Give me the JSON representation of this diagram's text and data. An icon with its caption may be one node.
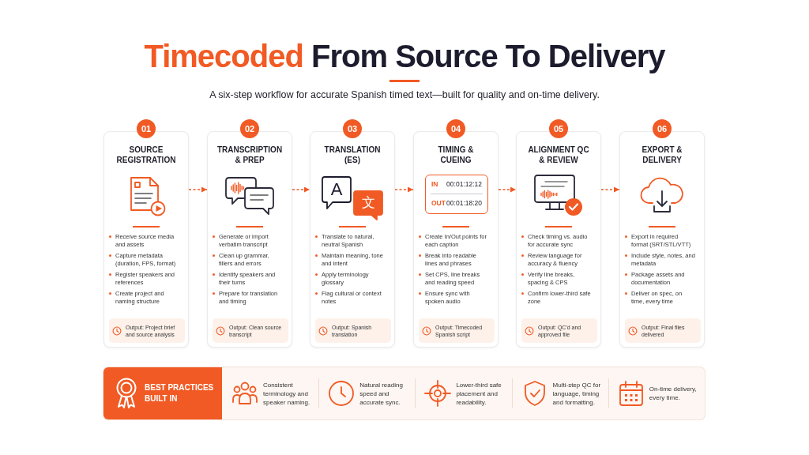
{
  "diagram": {
    "title": "Timecoded From Source To Delivery",
    "nodes": [
      {
        "text": [
          "01"
        ]
      },
      {
        "text": [
          "SOURCE REGISTRATION",
          "Receive source media and assets",
          "Capture metadata (duration, FPS, format)",
          "Register speakers and references",
          "Create project and naming structure"
        ]
      },
      {
        "text": [
          "Output: Project brief and source analysis"
        ],
        "in": 1
      },
      {
        "text": [
          "02"
        ]
      },
      {
        "text": [
          "TRANSCRIPTION & PREP",
          "Generate or import verbatim transcript",
          "Clean up grammar, fillers and errors",
          "Identify speakers and their turns",
          "Prepare for translation and timing"
        ]
      },
      {
        "text": [
          "Output: Clean source transcript"
        ],
        "in": 4
      },
      {
        "text": [
          "03"
        ]
      },
      {
        "text": [
          "TRANSLATION (ES)",
          "Translate to natural, neutral Spanish",
          "Maintain meaning, tone and intent",
          "Apply terminology glossary",
          "Flag cultural or context notes"
        ]
      },
      {
        "text": [
          "A"
        ],
        "in": 7
      },
      {
        "text": [
          "文"
        ],
        "in": 7
      },
      {
        "text": [
          "Output: Spanish translation"
        ],
        "in": 7
      },
      {
        "text": [
          "04"
        ]
      },
      {
        "text": [
          "TIMING & CUEING",
          "Create In/Out points for each caption",
          "Break into readable lines and phrases",
          "Set CPS, line breaks and reading speed",
          "Ensure sync with spoken audio"
        ]
      },
      {
        "text": [
          "IN",
          "00:01:12:12",
          "OUT",
          "00:01:18:20"
        ],
        "in": 12
      },
      {
        "text": [
          "Output: Timecoded Spanish script"
        ],
        "in": 12
      },
      {
        "text": [
          "05"
        ]
      },
      {
        "text": [
          "ALIGNMENT QC & REVIEW",
          "Check timing vs. audio for accurate sync",
          "Review language for accuracy & fluency",
          "Verify line breaks, spacing & CPS",
          "Confirm lower-third safe zone"
        ]
      },
      {
        "text": [
          "Output: QC'd and approved file"
        ],
        "in": 16
      },
      {
        "text": [
          "06"
        ]
      },
      {
        "text": [
          "EXPORT & DELIVERY",
          "Export in required format (SRT/STL/VTT)",
          "Include style, notes, and metadata",
          "Package assets and documentation",
          "Deliver on spec, on time, every time"
        ]
      },
      {
        "text": [
          "Output: Final files delivered"
        ],
        "in": 19
      },
      {
        "text": [
          "Consistent terminology and speaker naming.",
          "Natural reading speed and accurate sync.",
          "Lower-third safe placement and readability.",
          "Multi-step QC for language, timing and formatting.",
          "On-time delivery, every time."
        ]
      },
      {
        "text": [
          "BEST PRACTICES BUILT IN"
        ],
        "in": 21
      }
    ],
    "edges": [
      {
        "from": 1,
        "to": 4,
        "arrow": "to",
        "style": "dashed"
      },
      {
        "from": 4,
        "to": 7,
        "arrow": "to",
        "style": "dashed"
      },
      {
        "from": 7,
        "to": 12,
        "arrow": "to",
        "style": "dashed"
      },
      {
        "from": 12,
        "to": 16,
        "arrow": "to",
        "style": "dashed"
      },
      {
        "from": 16,
        "to": 19,
        "arrow": "to",
        "style": "dashed"
      }
    ],
    "labels": [
      "A six-step workflow for accurate Spanish timed text—built for quality and on-time delivery."
    ]
  }
}
